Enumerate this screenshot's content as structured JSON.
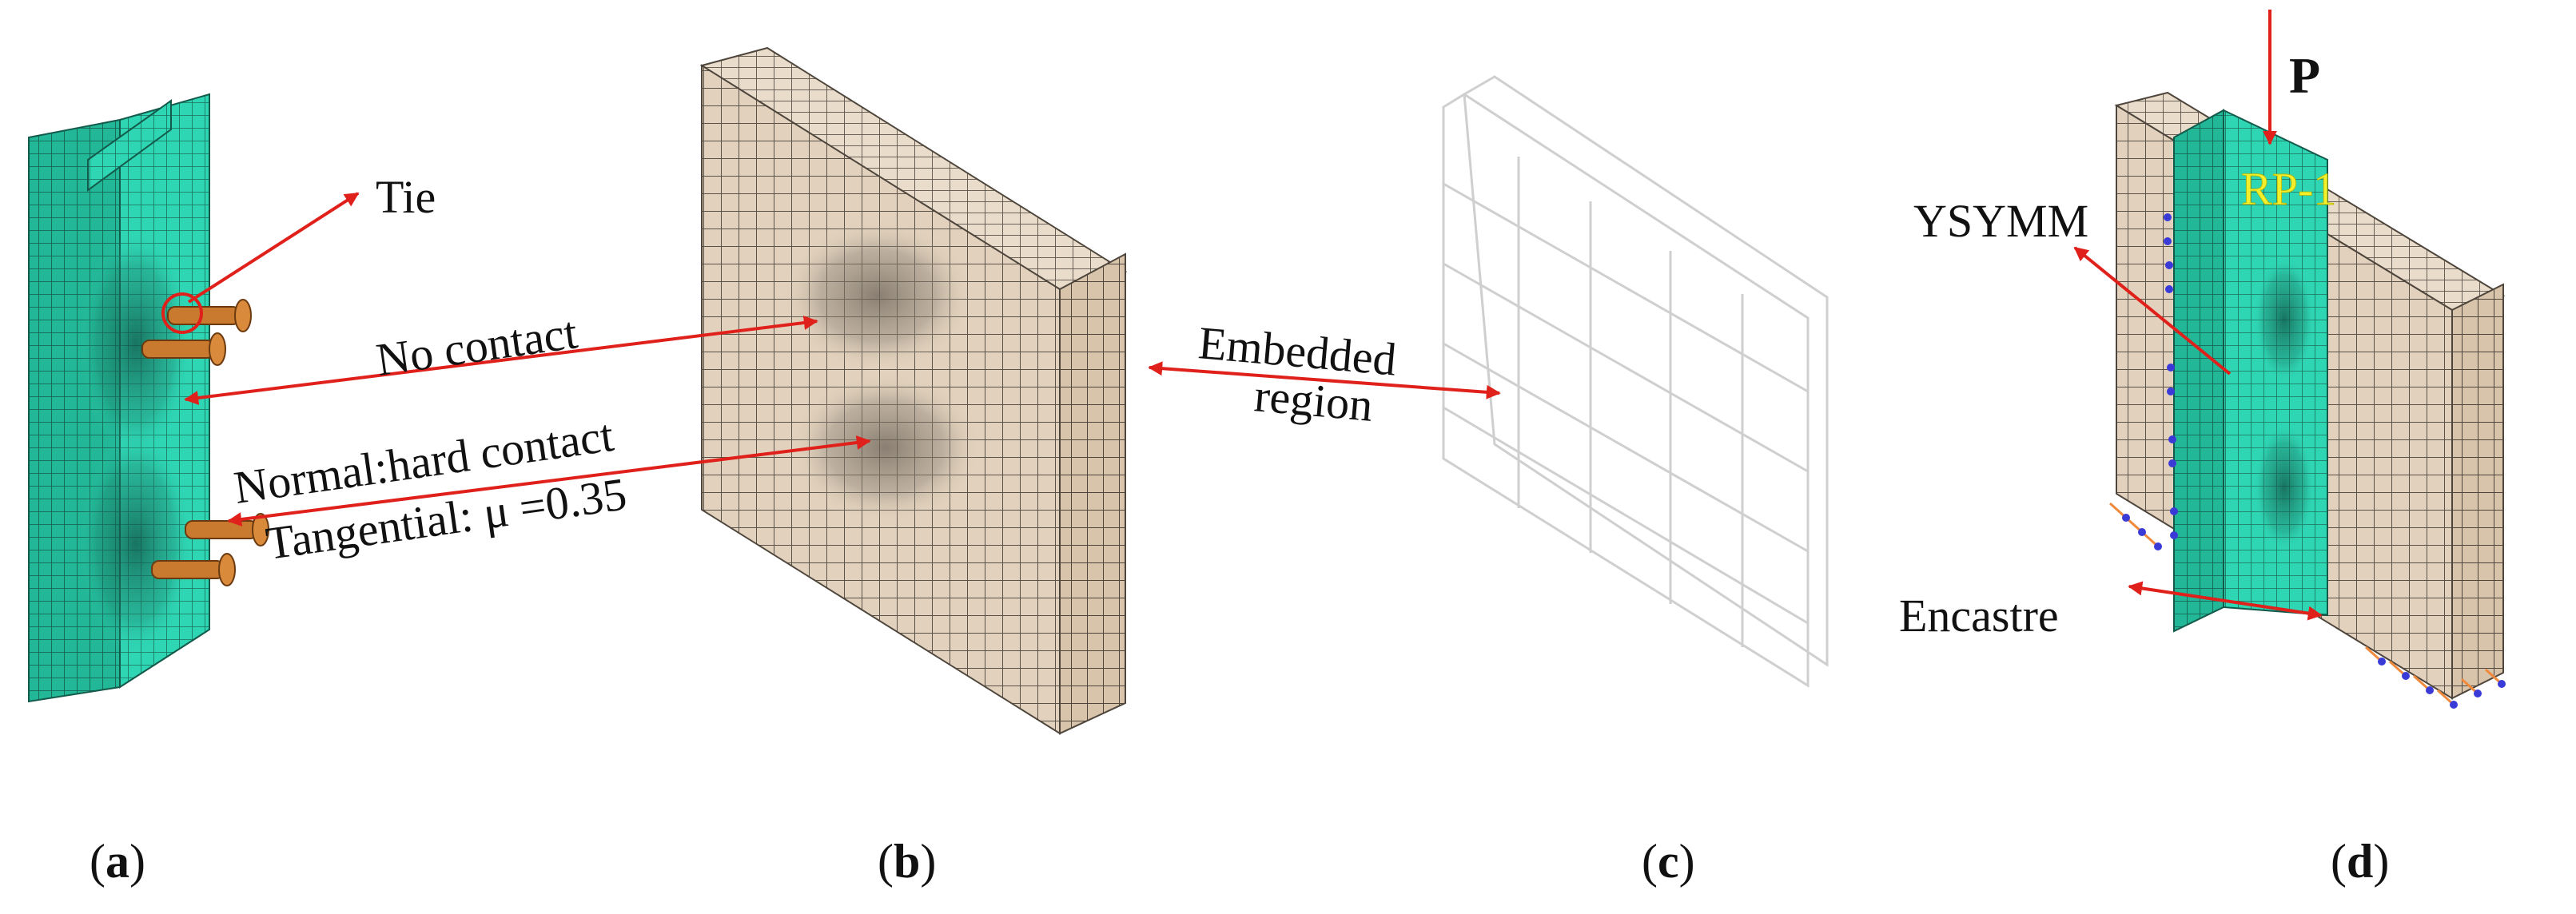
{
  "labels": {
    "tie": "Tie",
    "no_contact": "No contact",
    "normal": "Normal:hard contact",
    "tangential": "Tangential: μ =0.35",
    "embedded_1": "Embedded",
    "embedded_2": "region",
    "ysymm": "YSYMM",
    "encastre": "Encastre",
    "load": "P",
    "ref_point": "RP-1"
  },
  "captions": {
    "a": "a",
    "b": "b",
    "c": "c",
    "d": "d"
  },
  "colors": {
    "steel_mesh": "#2fd6b4",
    "concrete_mesh": "#e2d2bd",
    "mesh_line": "#4a4a4a",
    "stud": "#c97a2e",
    "arrow": "#e0201b",
    "wire_frame": "#cfcfcf",
    "rp_label": "#f2ef2c",
    "bc_marker": "#3a3ad6",
    "bc_orange": "#f08a3c"
  }
}
